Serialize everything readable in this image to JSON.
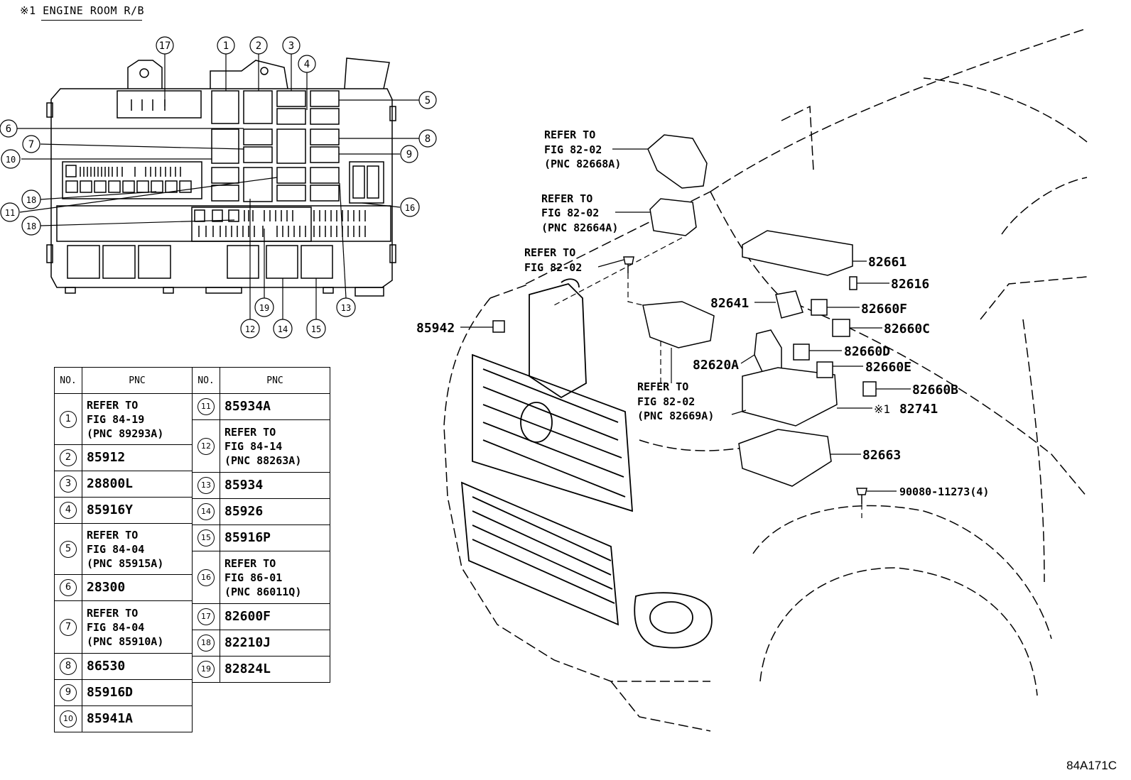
{
  "header_note": "※1 ENGINE ROOM R/B",
  "figure_code": "84A171C",
  "table_left": {
    "headers": [
      "NO.",
      "PNC"
    ],
    "rows": [
      {
        "no": "1",
        "pnc": "REFER TO\nFIG 84-19\n(PNC 89293A)"
      },
      {
        "no": "2",
        "pnc": "85912"
      },
      {
        "no": "3",
        "pnc": "28800L"
      },
      {
        "no": "4",
        "pnc": "85916Y"
      },
      {
        "no": "5",
        "pnc": "REFER TO\nFIG 84-04\n(PNC 85915A)"
      },
      {
        "no": "6",
        "pnc": "28300"
      },
      {
        "no": "7",
        "pnc": "REFER TO\nFIG 84-04\n(PNC 85910A)"
      },
      {
        "no": "8",
        "pnc": "86530"
      },
      {
        "no": "9",
        "pnc": "85916D"
      },
      {
        "no": "10",
        "pnc": "85941A"
      }
    ]
  },
  "table_right": {
    "headers": [
      "NO.",
      "PNC"
    ],
    "rows": [
      {
        "no": "11",
        "pnc": "85934A"
      },
      {
        "no": "12",
        "pnc": "REFER TO\nFIG 84-14\n(PNC 88263A)"
      },
      {
        "no": "13",
        "pnc": "85934"
      },
      {
        "no": "14",
        "pnc": "85926"
      },
      {
        "no": "15",
        "pnc": "85916P"
      },
      {
        "no": "16",
        "pnc": "REFER TO\nFIG 86-01\n(PNC 86011Q)"
      },
      {
        "no": "17",
        "pnc": "82600F"
      },
      {
        "no": "18",
        "pnc": "82210J"
      },
      {
        "no": "19",
        "pnc": "82824L"
      }
    ]
  },
  "relay_box_callouts": [
    "17",
    "1",
    "2",
    "3",
    "4",
    "5",
    "6",
    "7",
    "8",
    "9",
    "10",
    "11",
    "12",
    "13",
    "14",
    "15",
    "16",
    "18",
    "18",
    "19"
  ],
  "refer_callouts": {
    "top": [
      "REFER TO",
      "FIG 82-02",
      "(PNC 82668A)"
    ],
    "second": [
      "REFER TO",
      "FIG 82-02",
      "(PNC 82664A)"
    ],
    "third": [
      "REFER TO",
      "FIG 82-02"
    ],
    "bottom": [
      "REFER TO",
      "FIG 82-02",
      "(PNC 82669A)"
    ]
  },
  "part_labels": {
    "p82661": "82661",
    "p82616": "82616",
    "p82641": "82641",
    "p82660F": "82660F",
    "p82660C": "82660C",
    "p85942": "85942",
    "p82660D": "82660D",
    "p82620A": "82620A",
    "p82660E": "82660E",
    "p82660B": "82660B",
    "p82741_note": "※1",
    "p82741": "82741",
    "p82663": "82663",
    "p90080": "90080-11273(4)"
  }
}
